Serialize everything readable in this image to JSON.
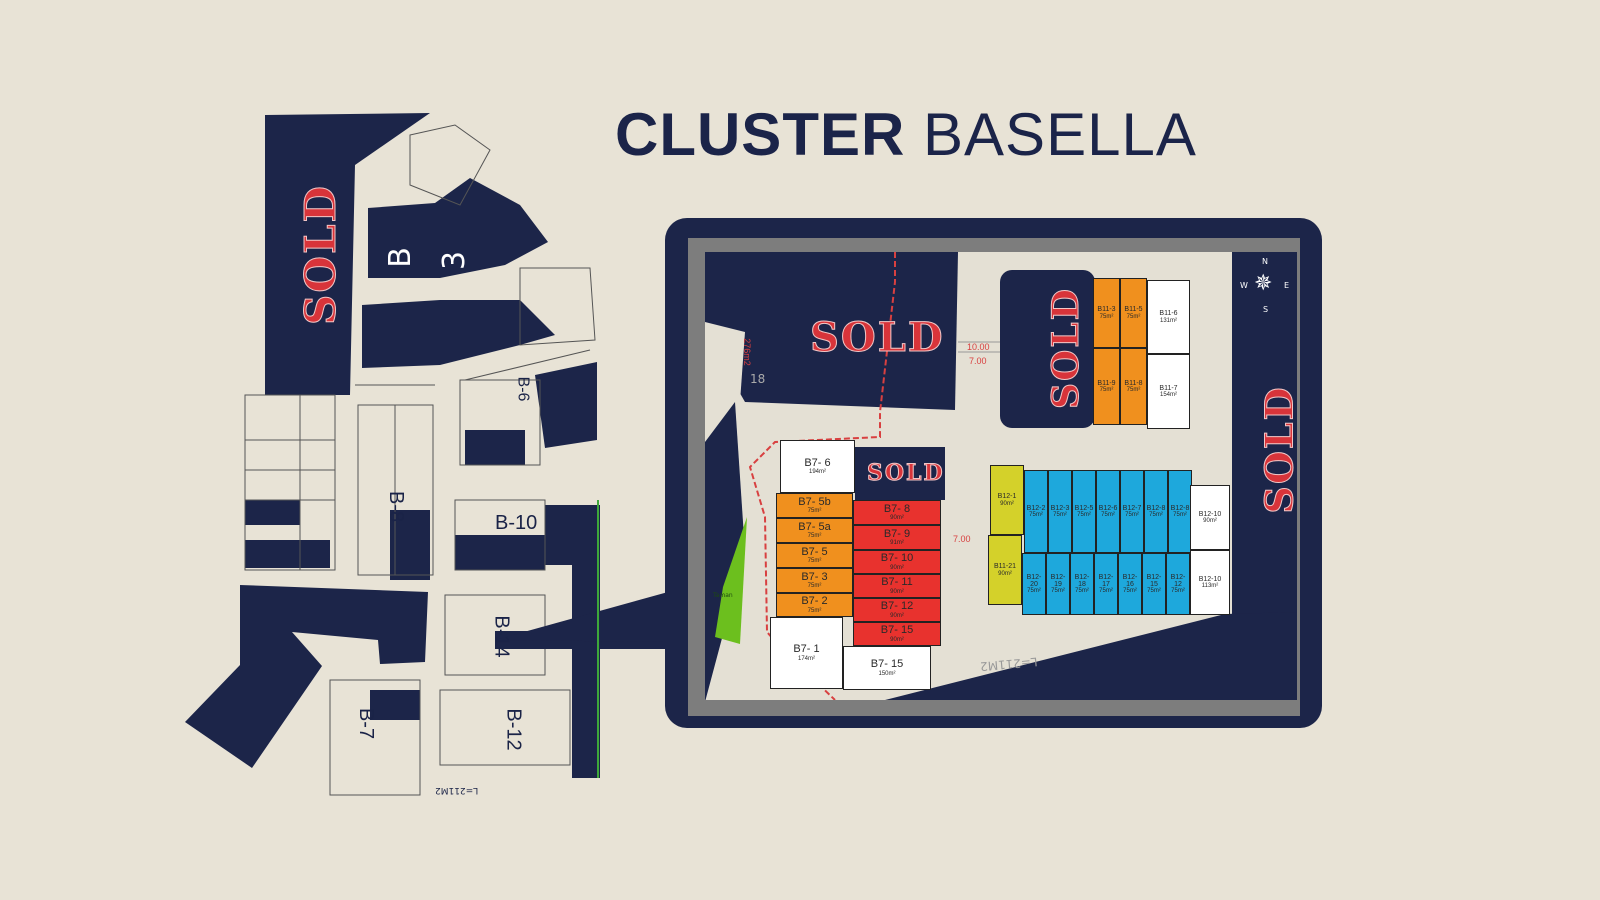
{
  "title": {
    "bold": "CLUSTER",
    "light": "BASELLA"
  },
  "colors": {
    "background": "#e8e3d6",
    "navy": "#1c2549",
    "sold_text": "#d8343a",
    "available": "#ffffff",
    "orange": "#f0901e",
    "red": "#e8322e",
    "blue": "#1ea8dc",
    "yellow": "#d4d12a",
    "park": "#6cbf1e"
  },
  "overview_map": {
    "sold_label": "SOLD",
    "block_labels": [
      "B",
      "3",
      "B-10",
      "B-8",
      "B-7",
      "B-12",
      "B-14",
      "B-6"
    ],
    "road_label": "L=211M2"
  },
  "inset": {
    "sold_labels": [
      "SOLD",
      "SOLD",
      "SOLD",
      "SOLD"
    ],
    "park_label": "Taman",
    "dimensions": [
      "10.00",
      "7.00",
      "7.00",
      "276m2",
      "18",
      "L=211M2"
    ],
    "compass": {
      "n": "N",
      "e": "E",
      "s": "S",
      "w": "W"
    },
    "lots": [
      {
        "label": "B7- 6",
        "area": "194m²",
        "status": "white"
      },
      {
        "label": "B7- 5b",
        "area": "75m²",
        "status": "orange"
      },
      {
        "label": "B7- 5a",
        "area": "75m²",
        "status": "orange"
      },
      {
        "label": "B7- 5",
        "area": "75m²",
        "status": "orange"
      },
      {
        "label": "B7- 3",
        "area": "75m²",
        "status": "orange"
      },
      {
        "label": "B7- 2",
        "area": "75m²",
        "status": "orange"
      },
      {
        "label": "B7- 8",
        "area": "90m²",
        "status": "red"
      },
      {
        "label": "B7- 9",
        "area": "91m²",
        "status": "red"
      },
      {
        "label": "B7- 10",
        "area": "90m²",
        "status": "red"
      },
      {
        "label": "B7- 11",
        "area": "90m²",
        "status": "red"
      },
      {
        "label": "B7- 12",
        "area": "90m²",
        "status": "red"
      },
      {
        "label": "B7- 15",
        "area": "90m²",
        "status": "red"
      },
      {
        "label": "B7- 1",
        "area": "174m²",
        "status": "white"
      },
      {
        "label": "B7- 15",
        "area": "150m²",
        "status": "white"
      },
      {
        "label": "B11-3",
        "area": "75m²",
        "status": "orange"
      },
      {
        "label": "B11-5",
        "area": "75m²",
        "status": "orange"
      },
      {
        "label": "B11-9",
        "area": "75m²",
        "status": "orange"
      },
      {
        "label": "B11-8",
        "area": "75m²",
        "status": "orange"
      },
      {
        "label": "B11-6",
        "area": "131m²",
        "status": "white"
      },
      {
        "label": "B11-7",
        "area": "154m²",
        "status": "white"
      },
      {
        "label": "B12-1",
        "area": "90m²",
        "status": "yellow"
      },
      {
        "label": "B11-21",
        "area": "90m²",
        "status": "yellow"
      },
      {
        "label": "B12-2",
        "area": "75m²",
        "status": "blue"
      },
      {
        "label": "B12-3",
        "area": "75m²",
        "status": "blue"
      },
      {
        "label": "B12-5",
        "area": "75m²",
        "status": "blue"
      },
      {
        "label": "B12-6",
        "area": "75m²",
        "status": "blue"
      },
      {
        "label": "B12-7",
        "area": "75m²",
        "status": "blue"
      },
      {
        "label": "B12-8",
        "area": "75m²",
        "status": "blue"
      },
      {
        "label": "B12-8",
        "area": "75m²",
        "status": "blue"
      },
      {
        "label": "B12-20",
        "area": "75m²",
        "status": "blue"
      },
      {
        "label": "B12-19",
        "area": "75m²",
        "status": "blue"
      },
      {
        "label": "B12-18",
        "area": "75m²",
        "status": "blue"
      },
      {
        "label": "B12-17",
        "area": "75m²",
        "status": "blue"
      },
      {
        "label": "B12-16",
        "area": "75m²",
        "status": "blue"
      },
      {
        "label": "B12-15",
        "area": "75m²",
        "status": "blue"
      },
      {
        "label": "B12-12",
        "area": "75m²",
        "status": "blue"
      },
      {
        "label": "B12-10",
        "area": "90m²",
        "status": "white"
      },
      {
        "label": "B12-10",
        "area": "113m²",
        "status": "white"
      }
    ]
  }
}
